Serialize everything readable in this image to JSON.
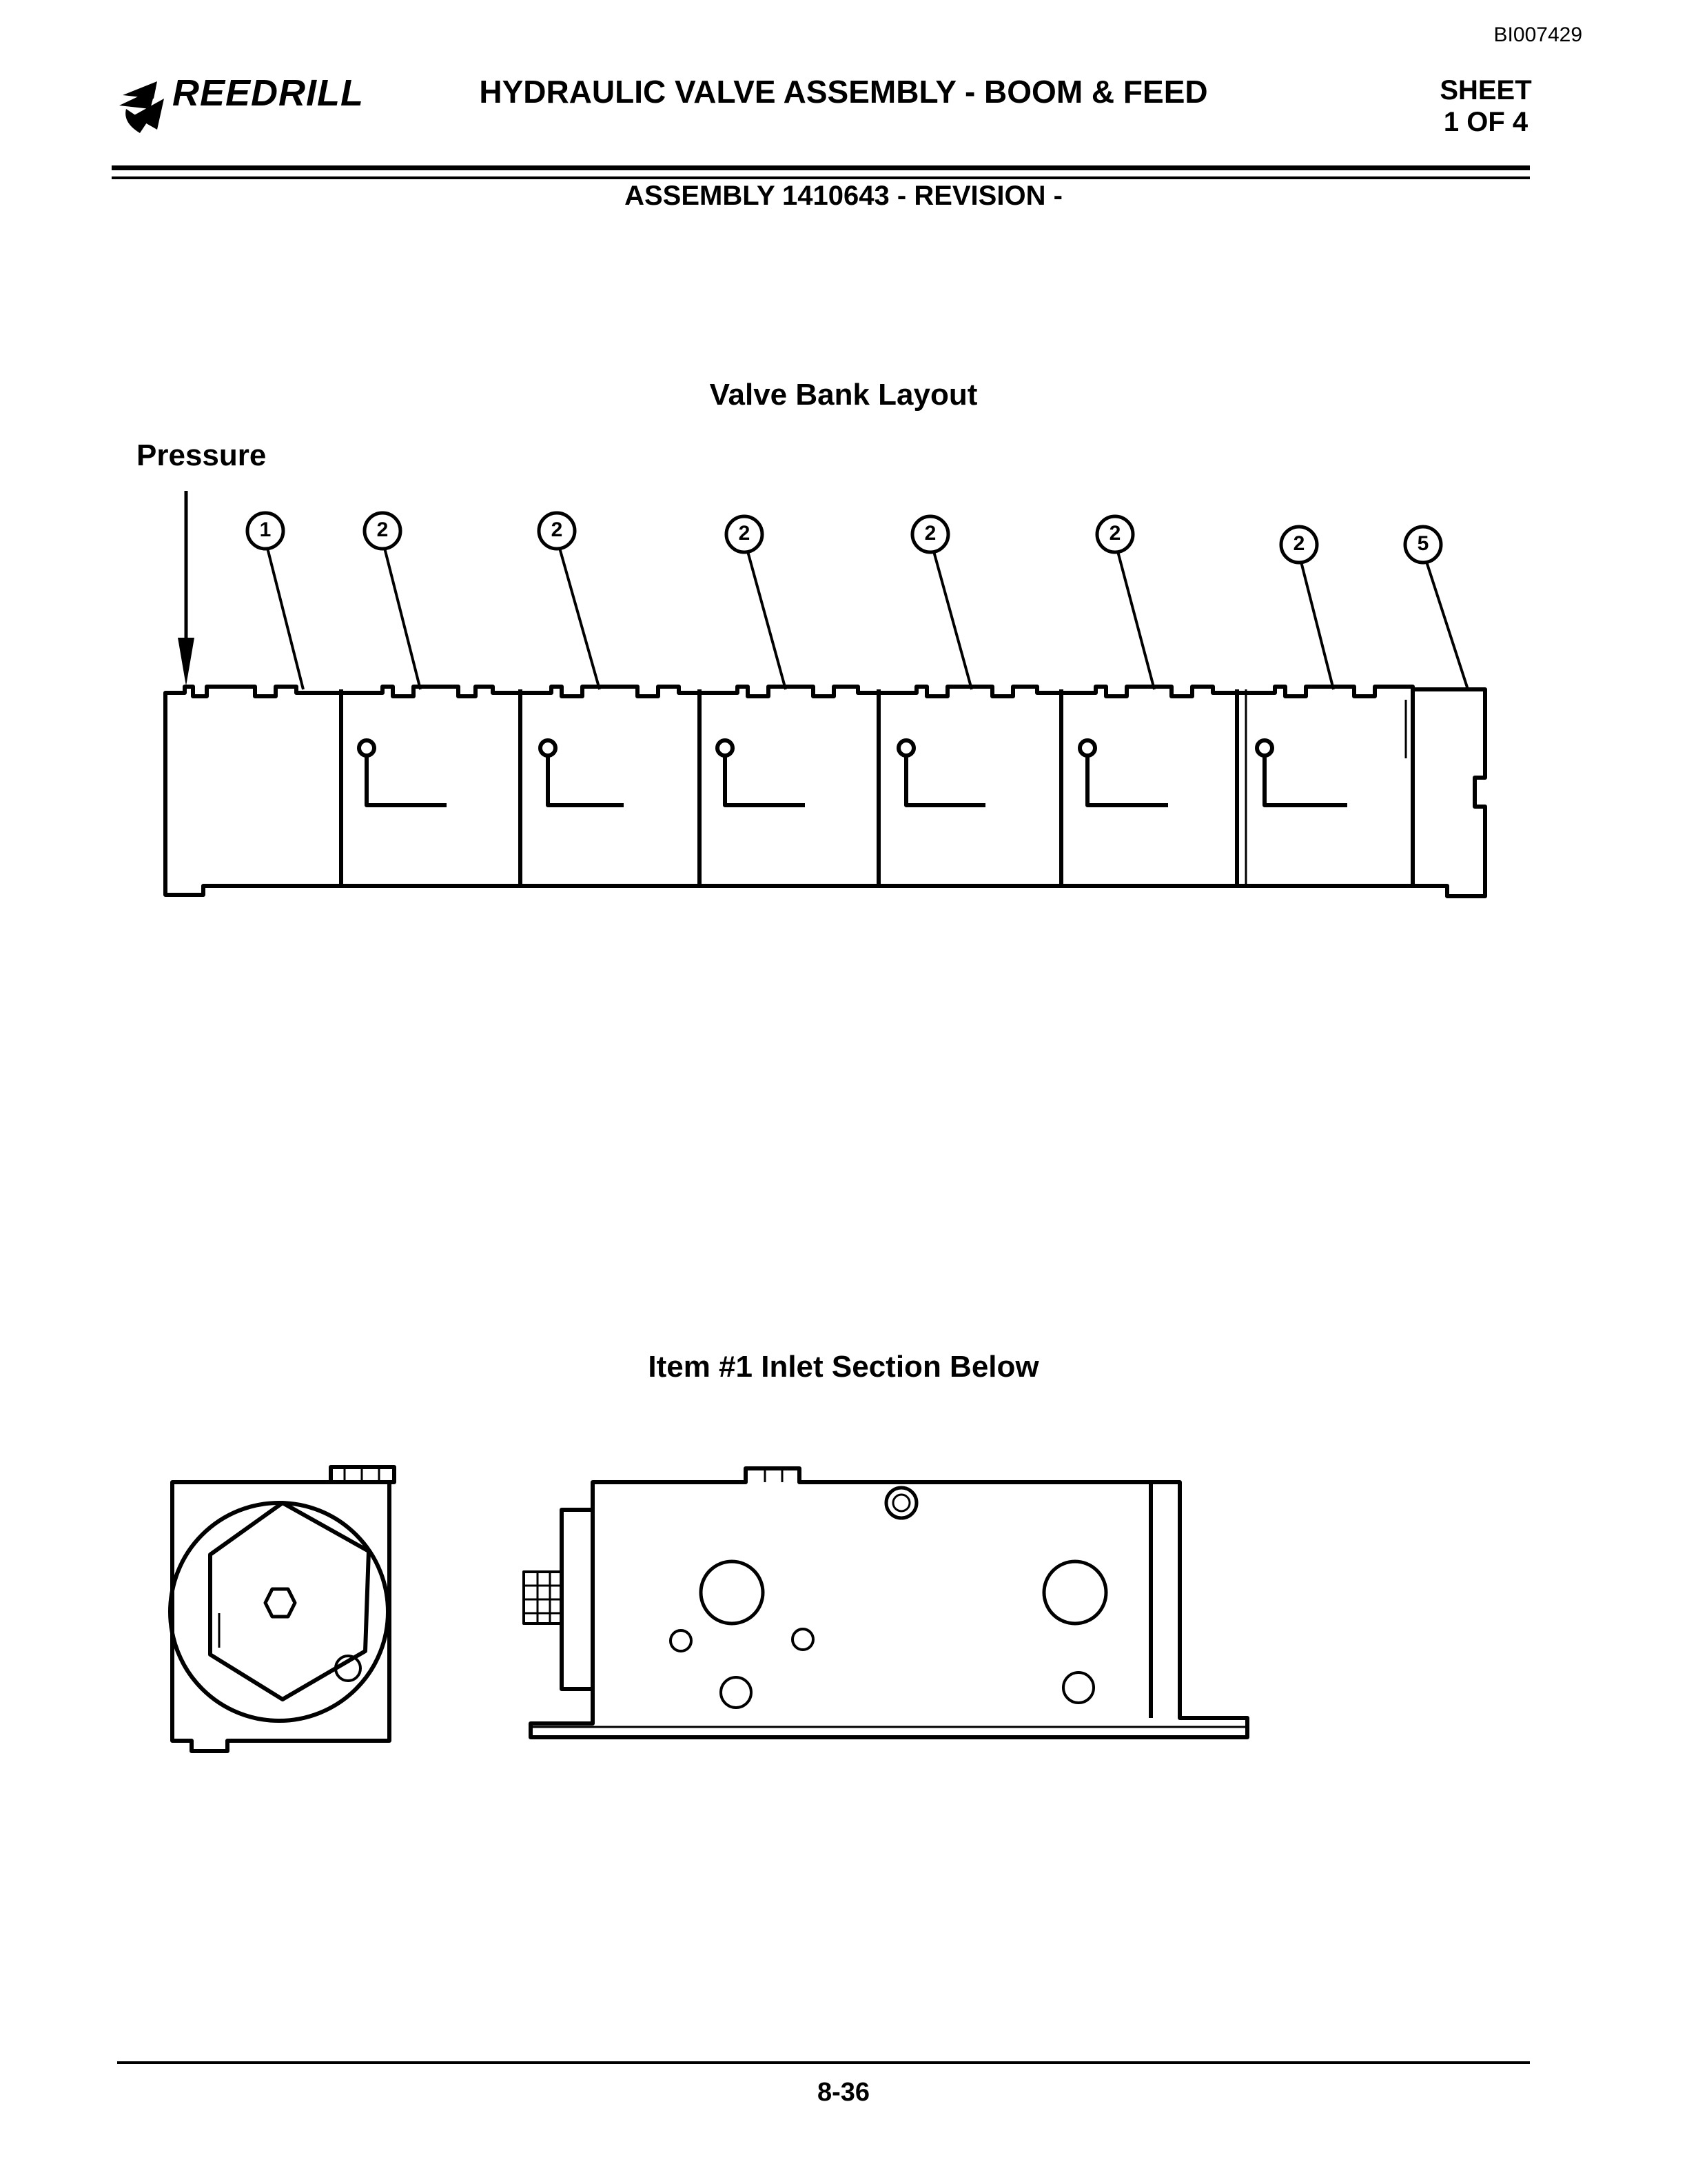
{
  "header": {
    "doc_id": "BI007429",
    "logo_text": "REEDRILL",
    "title": "HYDRAULIC VALVE ASSEMBLY - BOOM & FEED",
    "sheet_line1": "SHEET",
    "sheet_line2": "1 OF 4",
    "assembly": "ASSEMBLY 1410643 - REVISION -"
  },
  "valve_bank": {
    "heading": "Valve Bank Layout",
    "pressure_label": "Pressure",
    "balloons": [
      "1",
      "2",
      "2",
      "2",
      "2",
      "2",
      "2",
      "5"
    ]
  },
  "inlet": {
    "heading": "Item #1 Inlet Section Below"
  },
  "footer": {
    "page_number": "8-36"
  }
}
